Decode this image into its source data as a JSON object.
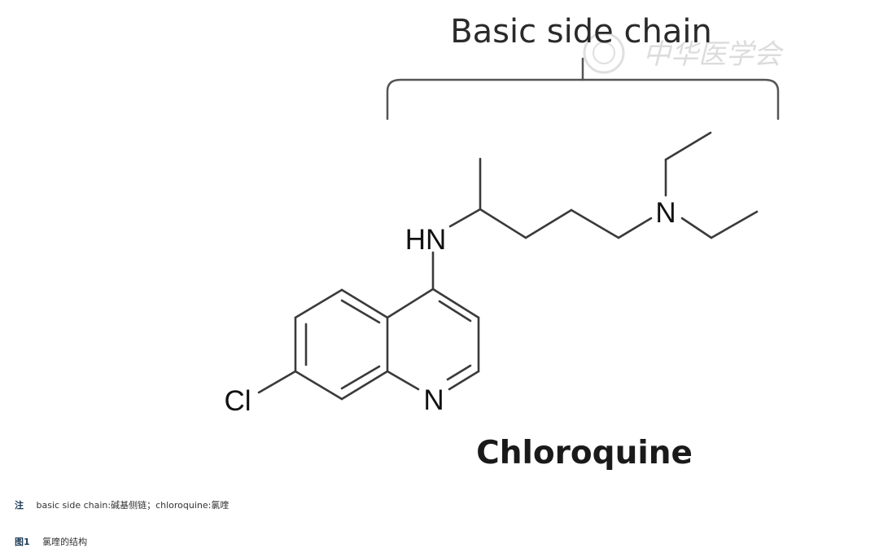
{
  "diagram": {
    "bracket_label": "Basic side chain",
    "compound_name": "Chloroquine",
    "watermark": "中华医学会",
    "atoms": {
      "hn": "HN",
      "n_amine": "N",
      "n_ring": "N",
      "cl": "Cl"
    }
  },
  "caption": {
    "note_lead": "注",
    "note_text": "basic side chain:碱基侧链；chloroquine:氯喹",
    "figure_lead": "图1",
    "figure_text": "氯喹的结构"
  },
  "colors": {
    "bond": "#3a3a3a",
    "bracket": "#555555",
    "caption_lead": "#1f3b57"
  }
}
